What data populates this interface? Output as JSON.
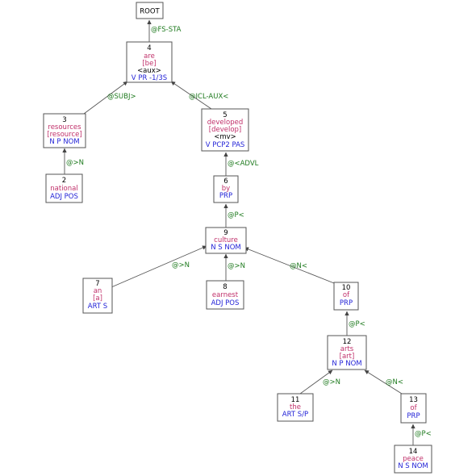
{
  "colors": {
    "word": "#c0306a",
    "pos": "#1f1fd6",
    "relation": "#1e7a1e",
    "border": "#555555"
  },
  "nodes": {
    "root": {
      "id": "ROOT"
    },
    "n4": {
      "id": "4",
      "word": "are",
      "base": "[be]",
      "tag": "<aux>",
      "pos": "V PR -1/3S"
    },
    "n3": {
      "id": "3",
      "word": "resources",
      "base": "[resource]",
      "pos": "N P NOM"
    },
    "n2": {
      "id": "2",
      "word": "national",
      "pos": "ADJ POS"
    },
    "n5": {
      "id": "5",
      "word": "developed",
      "base": "[develop]",
      "tag": "<mv>",
      "pos": "V PCP2 PAS"
    },
    "n6": {
      "id": "6",
      "word": "by",
      "pos": "PRP"
    },
    "n9": {
      "id": "9",
      "word": "culture",
      "pos": "N S NOM"
    },
    "n7": {
      "id": "7",
      "word": "an",
      "base": "[a]",
      "pos": "ART S"
    },
    "n8": {
      "id": "8",
      "word": "earnest",
      "pos": "ADJ POS"
    },
    "n10": {
      "id": "10",
      "word": "of",
      "pos": "PRP"
    },
    "n12": {
      "id": "12",
      "word": "arts",
      "base": "[art]",
      "pos": "N P NOM"
    },
    "n11": {
      "id": "11",
      "word": "the",
      "pos": "ART S/P"
    },
    "n13": {
      "id": "13",
      "word": "of",
      "pos": "PRP"
    },
    "n14": {
      "id": "14",
      "word": "peace",
      "pos": "N S NOM"
    }
  },
  "edges": {
    "e4": "@FS-STA",
    "e3": "@SUBJ>",
    "e5": "@ICL-AUX<",
    "e2": "@>N",
    "e6": "@<ADVL",
    "e9": "@P<",
    "e7": "@>N",
    "e8": "@>N",
    "e10": "@N<",
    "e12": "@P<",
    "e11": "@>N",
    "e13": "@N<",
    "e14": "@P<"
  }
}
